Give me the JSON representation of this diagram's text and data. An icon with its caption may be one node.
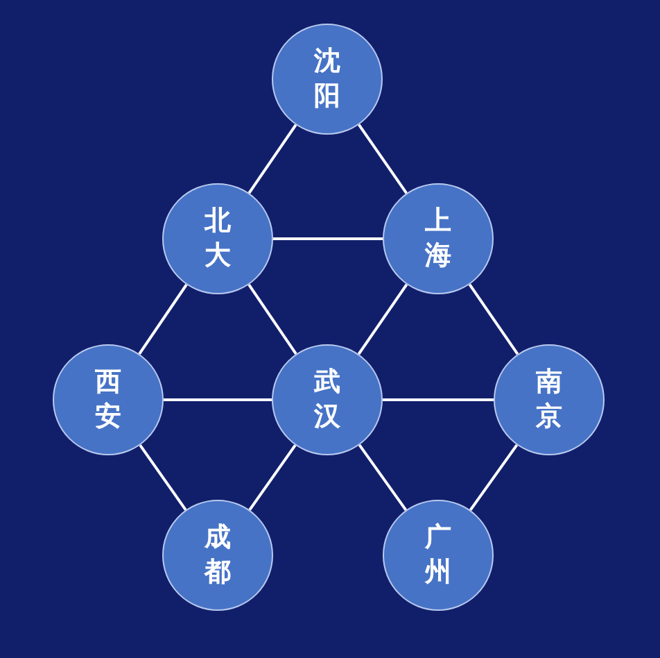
{
  "diagram": {
    "nodes": [
      {
        "text": [
          "沈阳"
        ]
      },
      {
        "text": [
          "北大"
        ]
      },
      {
        "text": [
          "上海"
        ]
      },
      {
        "text": [
          "西安"
        ]
      },
      {
        "text": [
          "武汉"
        ]
      },
      {
        "text": [
          "南京"
        ]
      },
      {
        "text": [
          "成都"
        ]
      },
      {
        "text": [
          "广州"
        ]
      }
    ],
    "edges": [
      {
        "from": 0,
        "to": 1,
        "arrow": "none"
      },
      {
        "from": 0,
        "to": 2,
        "arrow": "none"
      },
      {
        "from": 1,
        "to": 2,
        "arrow": "none"
      },
      {
        "from": 1,
        "to": 3,
        "arrow": "none"
      },
      {
        "from": 1,
        "to": 4,
        "arrow": "none"
      },
      {
        "from": 2,
        "to": 4,
        "arrow": "none"
      },
      {
        "from": 2,
        "to": 5,
        "arrow": "none"
      },
      {
        "from": 3,
        "to": 4,
        "arrow": "none"
      },
      {
        "from": 4,
        "to": 5,
        "arrow": "none"
      },
      {
        "from": 3,
        "to": 6,
        "arrow": "none"
      },
      {
        "from": 4,
        "to": 6,
        "arrow": "none"
      },
      {
        "from": 4,
        "to": 7,
        "arrow": "none"
      },
      {
        "from": 5,
        "to": 7,
        "arrow": "none"
      }
    ]
  }
}
